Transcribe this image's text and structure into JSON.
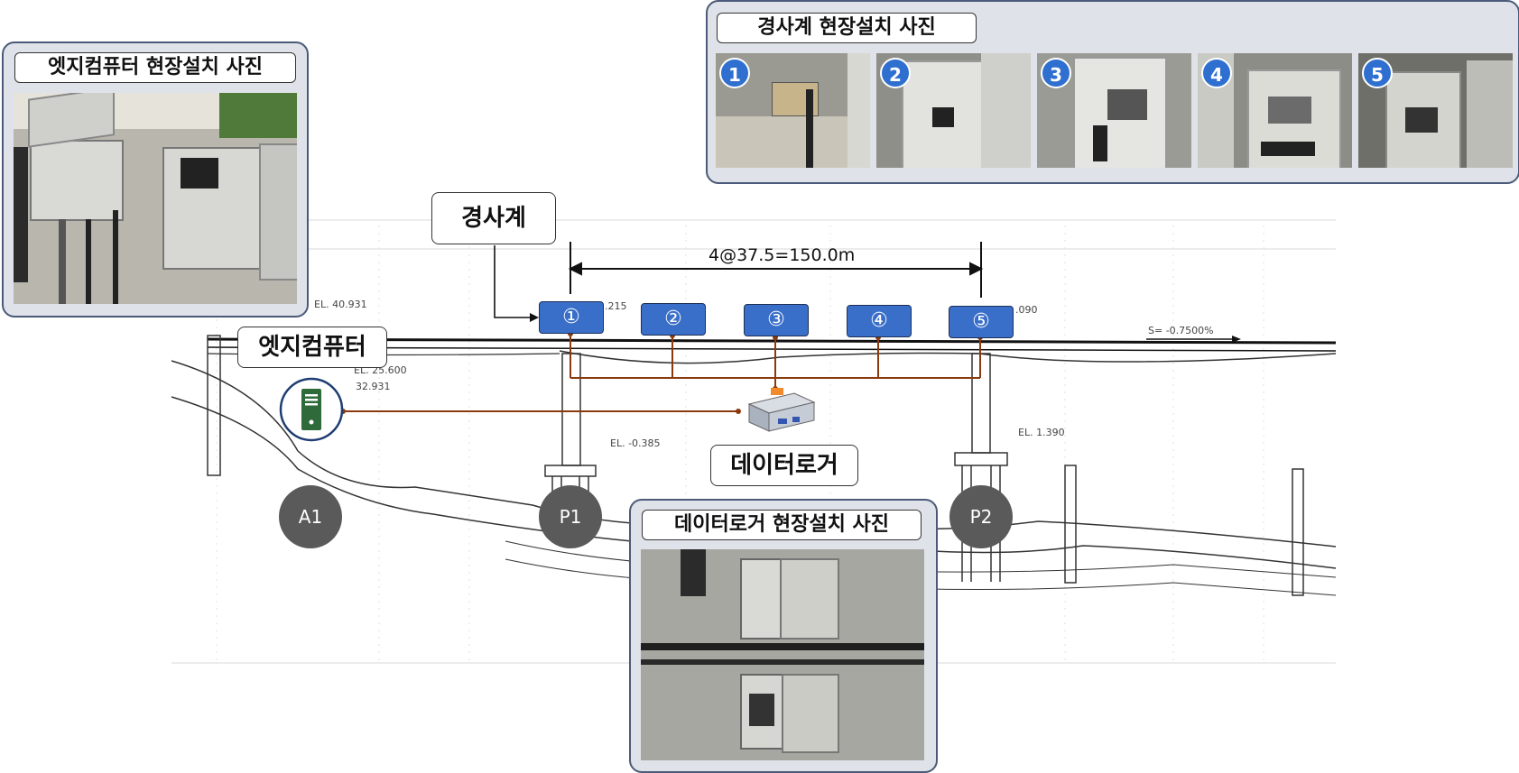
{
  "drawing": {
    "span_label": "4@37.5=150.0m",
    "elevations": [
      "EL. 40.931",
      "EL. 25.600",
      "32.931",
      "EL. 1.390",
      ".215",
      ".090",
      "EL. -0.385"
    ],
    "slope_label": "S= -0.7500%",
    "pier_labels": [
      "A1",
      "P1",
      "P2"
    ]
  },
  "callouts": {
    "tiltmeter": "경사계",
    "edge_computer": "엣지컴퓨터",
    "data_logger": "데이터로거"
  },
  "sensors": [
    "①",
    "②",
    "③",
    "④",
    "⑤"
  ],
  "panels": {
    "edge": {
      "title": "엣지컴퓨터 현장설치 사진"
    },
    "tilt": {
      "title": "경사계 현장설치 사진",
      "photo_numbers": [
        "1",
        "2",
        "3",
        "4",
        "5"
      ]
    },
    "logger": {
      "title": "데이터로거 현장설치 사진"
    }
  },
  "colors": {
    "sensor_blue": "#3a6fc9",
    "wire_brown": "#8b3a0e",
    "badge_blue": "#2f6fd0",
    "panel_bg": "#dfe2e8",
    "computer_green": "#2f6b3a"
  },
  "icons": [
    "computer-icon",
    "data-logger-icon"
  ]
}
